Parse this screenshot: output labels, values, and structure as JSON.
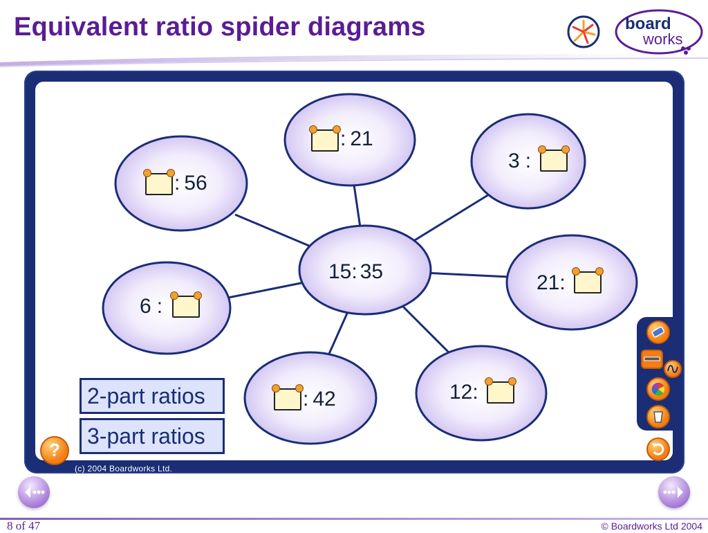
{
  "slide": {
    "title": "Equivalent ratio spider diagrams",
    "footer_copyright": "© Boardworks Ltd 2004",
    "counter": "8 of 47"
  },
  "logo": {
    "text_top": "board",
    "text_bottom": "works"
  },
  "diagram": {
    "center": {
      "left": "15",
      "separator": ":",
      "right": "35"
    },
    "nodes": [
      {
        "id": "top",
        "left": "",
        "separator": ":",
        "right": "21"
      },
      {
        "id": "top-right",
        "left": "3",
        "separator": ":",
        "right": ""
      },
      {
        "id": "right",
        "left": "21",
        "separator": ":",
        "right": ""
      },
      {
        "id": "bottom-right",
        "left": "12",
        "separator": ":",
        "right": ""
      },
      {
        "id": "bottom",
        "left": "",
        "separator": ":",
        "right": "42"
      },
      {
        "id": "left",
        "left": "6",
        "separator": ":",
        "right": ""
      },
      {
        "id": "top-left",
        "left": "",
        "separator": ":",
        "right": "56"
      }
    ]
  },
  "options": {
    "two_part": "2-part ratios",
    "three_part": "3-part ratios"
  },
  "help": {
    "label": "?"
  },
  "board_copyright": "(c) 2004 Boardworks Ltd.",
  "tools": [
    {
      "icon": "eraser-icon"
    },
    {
      "icon": "pen-icon"
    },
    {
      "icon": "color-wheel-icon"
    },
    {
      "icon": "trash-icon"
    },
    {
      "icon": "undo-icon"
    }
  ],
  "colors": {
    "title": "#5a1c96",
    "board": "#1a2d75",
    "bubble_fill": "#ece6fb",
    "bubble_stroke": "#1a2d75",
    "note_fill": "#fff6cc",
    "pin": "#f2a030",
    "button_fill": "#dde3fb",
    "tool_orange": "#f47d15"
  }
}
